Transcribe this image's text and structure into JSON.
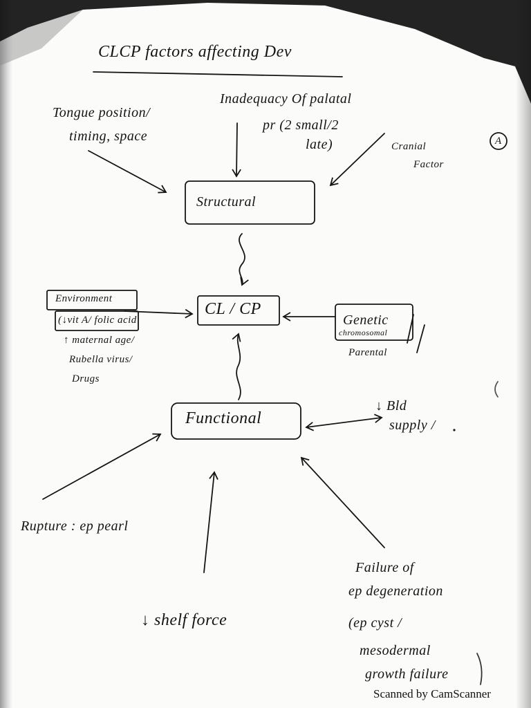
{
  "title": "CLCP factors affecting Dev",
  "page_marker": "A",
  "nodes": {
    "structural": "Structural",
    "clcp": "CL / CP",
    "functional": "Functional"
  },
  "structural_factors": {
    "tongue": [
      "Tongue position/",
      "timing, space"
    ],
    "palatal": [
      "Inadequacy Of palatal",
      "pr (2 small/2",
      "late)"
    ],
    "cranial": [
      "Cranial",
      "Factor"
    ]
  },
  "direct_factors": {
    "environment": {
      "heading": "Environment",
      "items": [
        "(↓vit A/ folic acid",
        "↑ maternal age/",
        "Rubella virus/",
        "Drugs"
      ]
    },
    "genetic": {
      "heading": "Genetic",
      "sub": "chromosomal",
      "extra": "Parental"
    }
  },
  "functional_factors": {
    "blood": [
      "↓ Bld",
      "supply /"
    ],
    "rupture": "Rupture : ep pearl",
    "shelf": "↓ shelf force",
    "failure": [
      "Failure of",
      "ep degeneration",
      "(ep cyst /",
      "mesodermal",
      "growth failure"
    ]
  },
  "footer": "Scanned by CamScanner"
}
